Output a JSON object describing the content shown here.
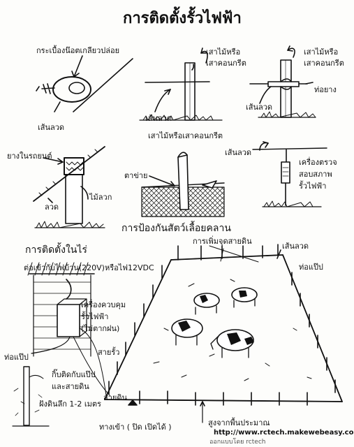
{
  "title": "การติดตั้งรั้วไฟฟ้า",
  "insulator_screw": {
    "label": "กระเบื้องน๊อตเกลียวปล่อย",
    "wire": "เส้นลวด"
  },
  "post_mid": {
    "label_1": "เสาไม้หรือ",
    "label_2": "เสาคอนกรีต",
    "wire": "เส้นลวด"
  },
  "post_right": {
    "label_1": "เสาไม้หรือ",
    "label_2": "เสาคอนกรีต",
    "pipe": "ท่อยาง",
    "wire": "เส้นลวด"
  },
  "rubber_post": {
    "label": "ยางในรถยนต์",
    "wire": "ลวด",
    "post": "ไม้ลวก"
  },
  "fence_net": {
    "post_label": "เสาไม้หรือเสาคอนกรีต",
    "net": "ตาข่าย",
    "caption": "การป้องกันสัตว์เลื้อยคลาน"
  },
  "tester": {
    "wire": "เส้นลวด",
    "label_1": "เครื่องตรวจ",
    "label_2": "สอบสภาพ",
    "label_3": "รั้วไฟฟ้า"
  },
  "farm": {
    "section_title": "การติดตั้งในไร่",
    "ground_add": "การเพิ่มจุดสายดิน",
    "wire": "เส้นลวด",
    "pipe": "ท่อแป๊ป",
    "power": "ต่อเข้ากับไฟบ้าน(220V)หรือไฟ12VDC",
    "controller_1": "เครื่องควบคุม",
    "controller_2": "รั้วไฟฟ้า",
    "controller_3": "(ไม่ตากฝน)",
    "fence_line": "สายรั้ว",
    "ground_line": "สายดิน",
    "gate": "ทางเข้า ( ปิด เปิดได้ )",
    "height": "สูงจากพื้นประมาณ",
    "pipe_left": "ท่อแป๊ป",
    "clamp_1": "กิ๊บติดกับแป๊ป",
    "clamp_2": "และสายดิน",
    "bury": "ฝังดินลึก 1-2 เมตร"
  },
  "footer": {
    "url": "http://www.rctech.makewebeasy.com",
    "credit": "ออกแบบโดย rctech"
  }
}
